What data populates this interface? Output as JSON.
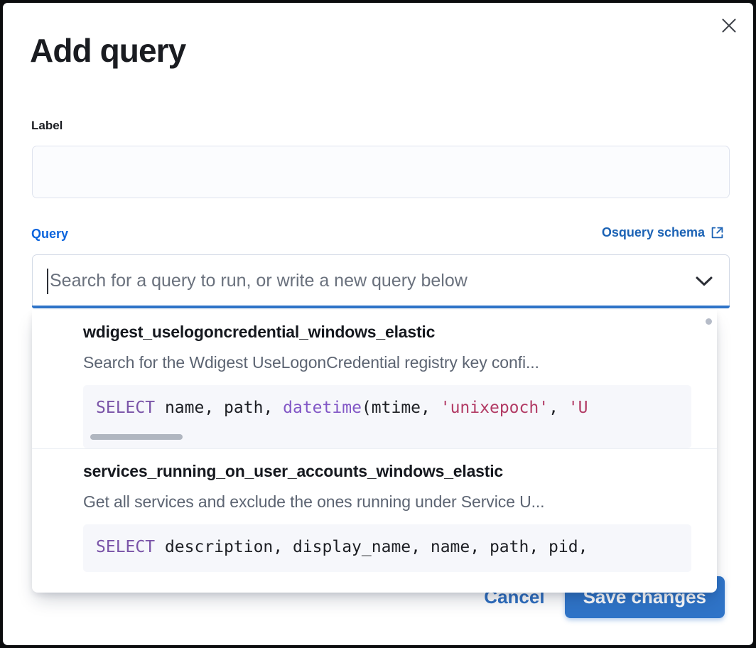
{
  "modal": {
    "title": "Add query",
    "close_icon": "close-icon"
  },
  "label_field": {
    "label": "Label",
    "value": "",
    "placeholder": ""
  },
  "query_section": {
    "label": "Query",
    "schema_link": {
      "text": "Osquery schema",
      "icon": "external-link-icon"
    },
    "combobox": {
      "value": "",
      "placeholder": "Search for a query to run, or write a new query below",
      "chevron_icon": "chevron-down-icon",
      "expanded": true,
      "accent_color": "#2f74c8"
    }
  },
  "dropdown": {
    "scrollbar_icon": "scroll-thumb",
    "items": [
      {
        "title": "wdigest_uselogoncredential_windows_elastic",
        "description": "Search for the Wdigest UseLogonCredential registry key confi...",
        "code_tokens": [
          {
            "t": "SELECT",
            "c": "tok-kw"
          },
          {
            "t": " name",
            "c": "tok-id"
          },
          {
            "t": ", ",
            "c": "tok-pun"
          },
          {
            "t": "path",
            "c": "tok-id"
          },
          {
            "t": ", ",
            "c": "tok-pun"
          },
          {
            "t": "datetime",
            "c": "tok-fn"
          },
          {
            "t": "(",
            "c": "tok-pun"
          },
          {
            "t": "mtime",
            "c": "tok-id"
          },
          {
            "t": ", ",
            "c": "tok-pun"
          },
          {
            "t": "'unixepoch'",
            "c": "tok-str"
          },
          {
            "t": ", ",
            "c": "tok-pun"
          },
          {
            "t": "'U",
            "c": "tok-str"
          }
        ],
        "has_code_scrollbar": true
      },
      {
        "title": "services_running_on_user_accounts_windows_elastic",
        "description": "Get all services and exclude the ones running under Service U...",
        "code_tokens": [
          {
            "t": "SELECT",
            "c": "tok-kw"
          },
          {
            "t": " description",
            "c": "tok-id"
          },
          {
            "t": ", ",
            "c": "tok-pun"
          },
          {
            "t": "display_name",
            "c": "tok-id"
          },
          {
            "t": ", ",
            "c": "tok-pun"
          },
          {
            "t": "name",
            "c": "tok-id"
          },
          {
            "t": ", ",
            "c": "tok-pun"
          },
          {
            "t": "path",
            "c": "tok-id"
          },
          {
            "t": ", ",
            "c": "tok-pun"
          },
          {
            "t": "pid",
            "c": "tok-id"
          },
          {
            "t": ",",
            "c": "tok-pun"
          }
        ],
        "has_code_scrollbar": false
      }
    ]
  },
  "footer": {
    "cancel_label": "Cancel",
    "save_label": "Save changes",
    "save_color": "#2f74c8"
  }
}
